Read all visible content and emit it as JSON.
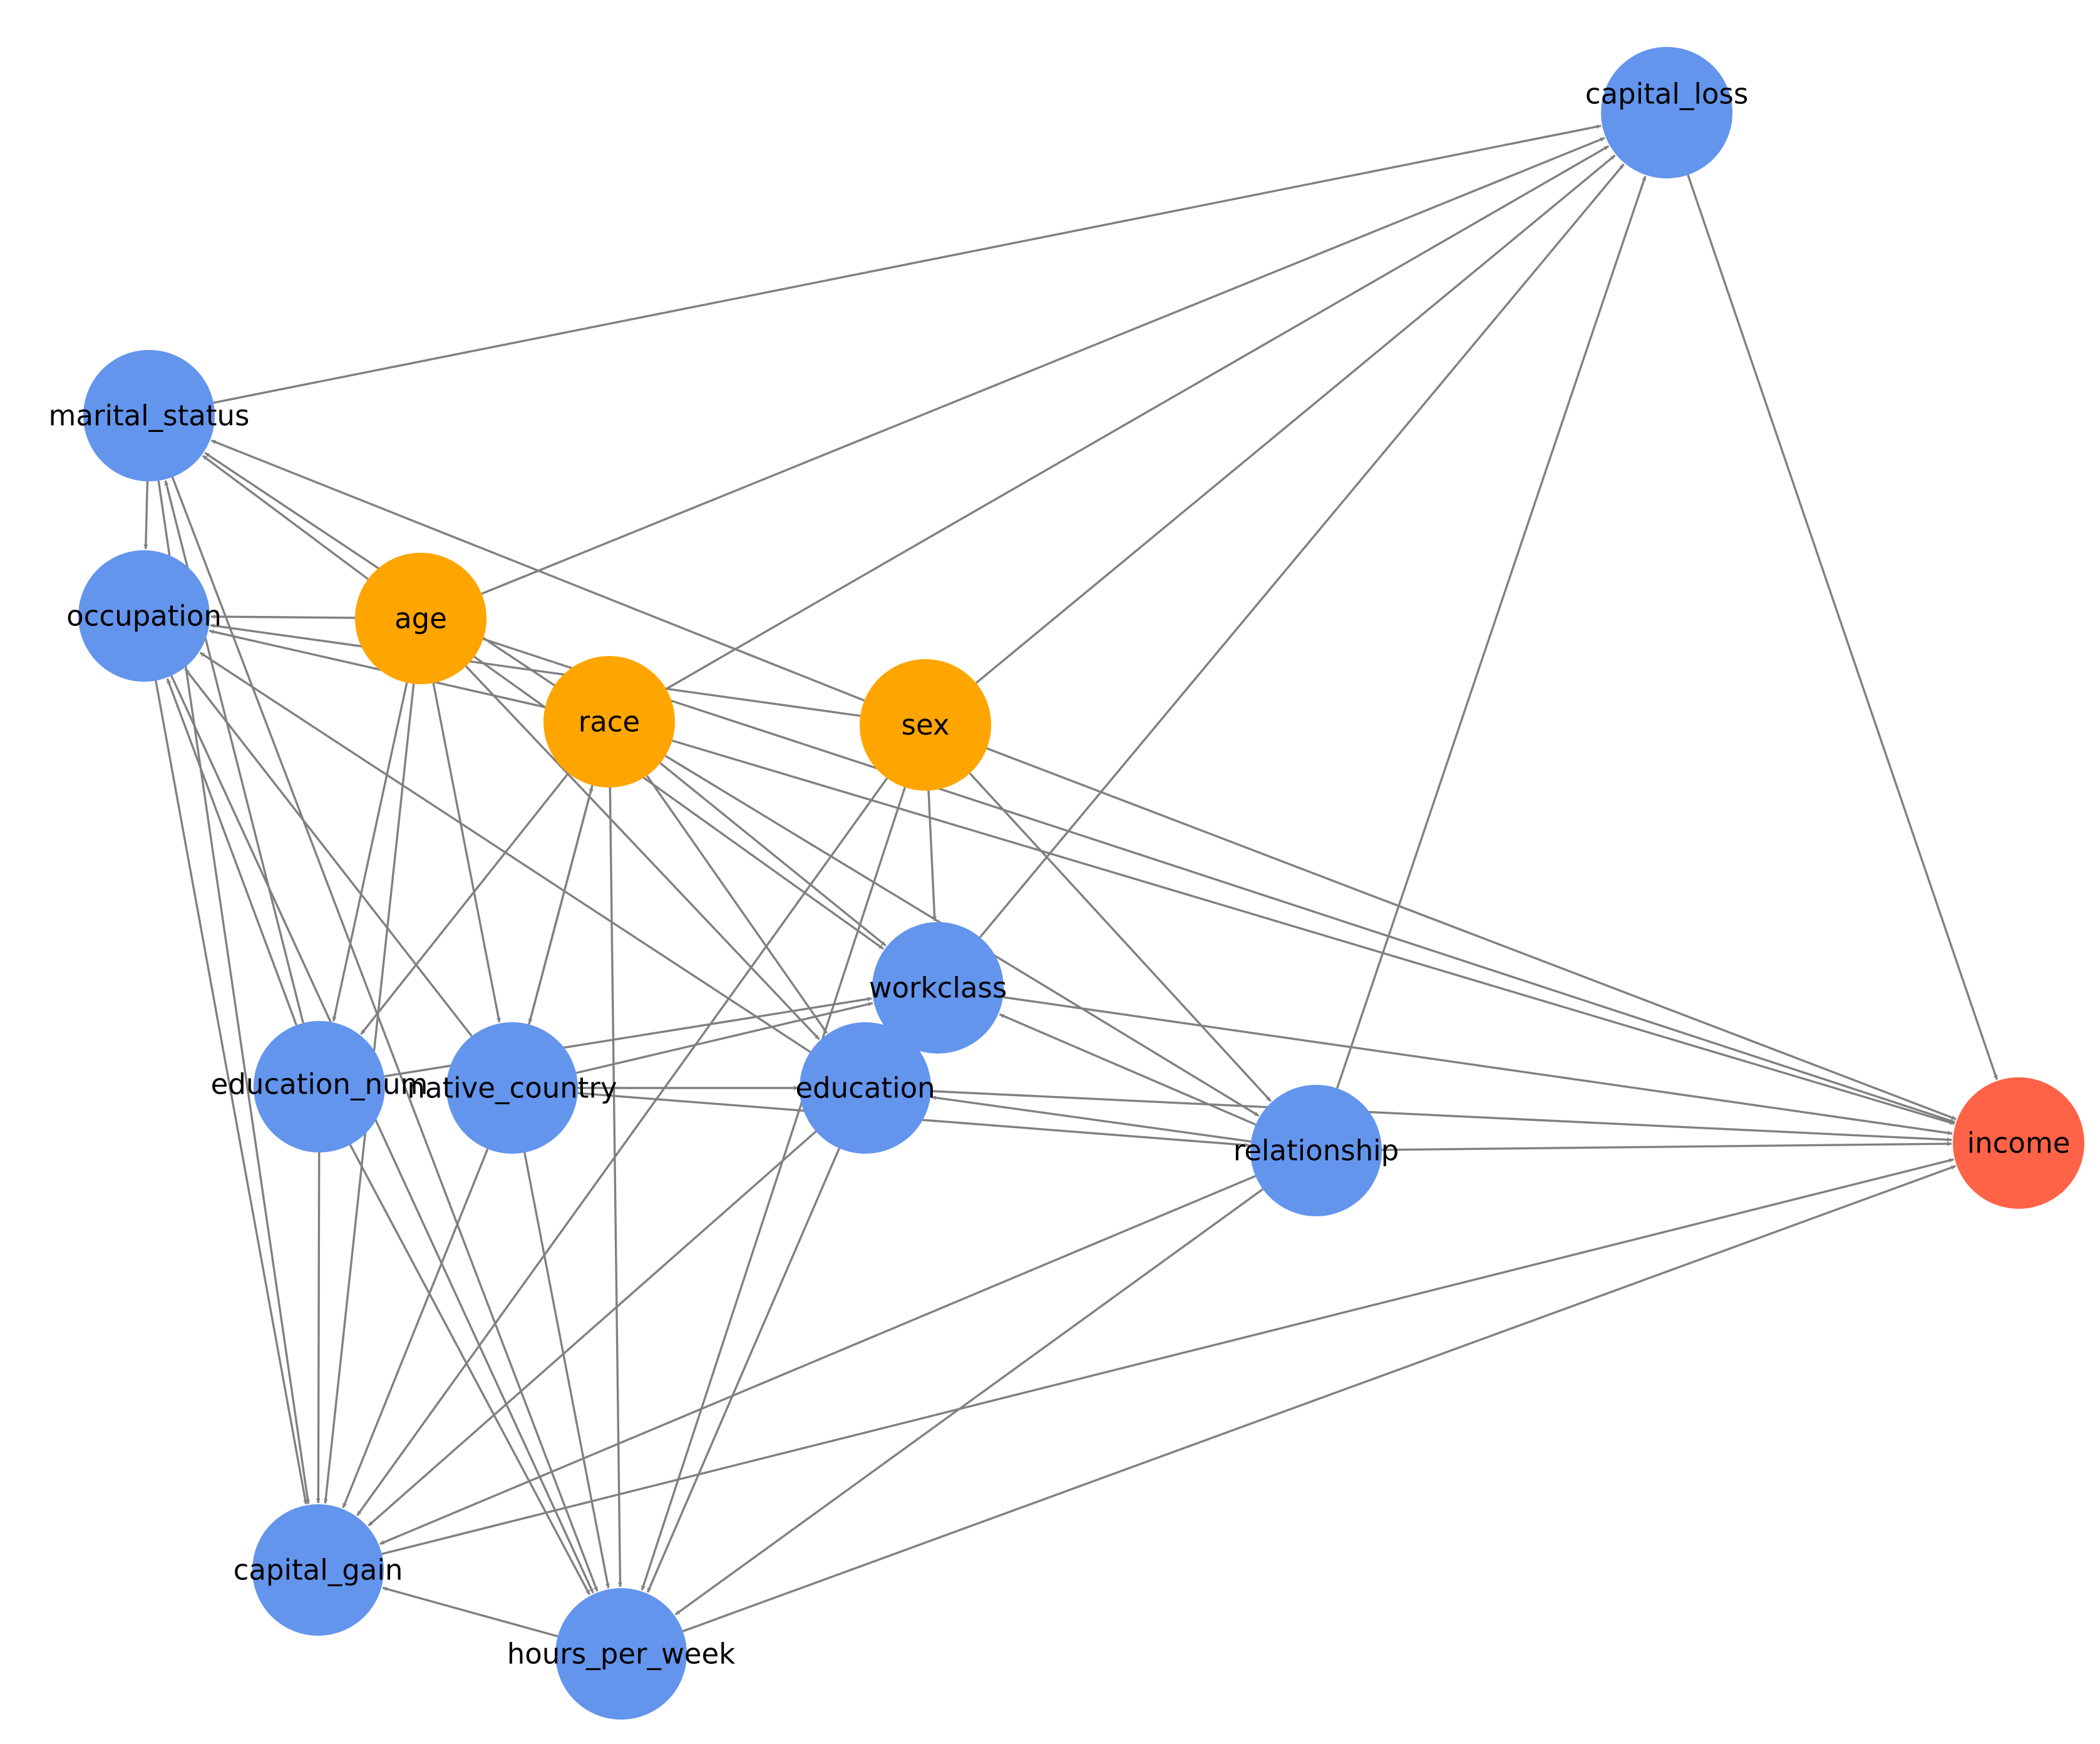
{
  "colors": {
    "feature": "#6495ED",
    "protected": "#FFA500",
    "target": "#FF6347",
    "edge": "#808080",
    "background": "#FFFFFF"
  },
  "nodes": [
    {
      "id": "capital_loss",
      "label": "capital_loss",
      "group": "feature"
    },
    {
      "id": "marital_status",
      "label": "marital_status",
      "group": "feature"
    },
    {
      "id": "occupation",
      "label": "occupation",
      "group": "feature"
    },
    {
      "id": "age",
      "label": "age",
      "group": "protected"
    },
    {
      "id": "race",
      "label": "race",
      "group": "protected"
    },
    {
      "id": "sex",
      "label": "sex",
      "group": "protected"
    },
    {
      "id": "workclass",
      "label": "workclass",
      "group": "feature"
    },
    {
      "id": "education_num",
      "label": "education_num",
      "group": "feature"
    },
    {
      "id": "native_country",
      "label": "native_country",
      "group": "feature"
    },
    {
      "id": "education",
      "label": "education",
      "group": "feature"
    },
    {
      "id": "relationship",
      "label": "relationship",
      "group": "feature"
    },
    {
      "id": "income",
      "label": "income",
      "group": "target"
    },
    {
      "id": "capital_gain",
      "label": "capital_gain",
      "group": "feature"
    },
    {
      "id": "hours_per_week",
      "label": "hours_per_week",
      "group": "feature"
    }
  ],
  "edges": [
    [
      "age",
      "marital_status"
    ],
    [
      "age",
      "occupation"
    ],
    [
      "age",
      "capital_loss"
    ],
    [
      "age",
      "education_num"
    ],
    [
      "age",
      "capital_gain"
    ],
    [
      "age",
      "native_country"
    ],
    [
      "age",
      "education"
    ],
    [
      "age",
      "workclass"
    ],
    [
      "age",
      "income"
    ],
    [
      "race",
      "marital_status"
    ],
    [
      "race",
      "occupation"
    ],
    [
      "race",
      "capital_loss"
    ],
    [
      "race",
      "education_num"
    ],
    [
      "race",
      "native_country"
    ],
    [
      "race",
      "hours_per_week"
    ],
    [
      "race",
      "education"
    ],
    [
      "race",
      "workclass"
    ],
    [
      "race",
      "relationship"
    ],
    [
      "race",
      "income"
    ],
    [
      "sex",
      "marital_status"
    ],
    [
      "sex",
      "occupation"
    ],
    [
      "sex",
      "capital_loss"
    ],
    [
      "sex",
      "workclass"
    ],
    [
      "sex",
      "relationship"
    ],
    [
      "sex",
      "income"
    ],
    [
      "sex",
      "capital_gain"
    ],
    [
      "sex",
      "hours_per_week"
    ],
    [
      "marital_status",
      "occupation"
    ],
    [
      "marital_status",
      "capital_loss"
    ],
    [
      "marital_status",
      "capital_gain"
    ],
    [
      "marital_status",
      "hours_per_week"
    ],
    [
      "occupation",
      "capital_gain"
    ],
    [
      "occupation",
      "hours_per_week"
    ],
    [
      "education_num",
      "marital_status"
    ],
    [
      "education_num",
      "occupation"
    ],
    [
      "education_num",
      "capital_gain"
    ],
    [
      "education_num",
      "hours_per_week"
    ],
    [
      "education_num",
      "workclass"
    ],
    [
      "native_country",
      "race"
    ],
    [
      "native_country",
      "occupation"
    ],
    [
      "native_country",
      "education"
    ],
    [
      "native_country",
      "workclass"
    ],
    [
      "native_country",
      "relationship"
    ],
    [
      "native_country",
      "capital_gain"
    ],
    [
      "native_country",
      "hours_per_week"
    ],
    [
      "education",
      "occupation"
    ],
    [
      "education",
      "capital_gain"
    ],
    [
      "education",
      "hours_per_week"
    ],
    [
      "education",
      "income"
    ],
    [
      "workclass",
      "capital_loss"
    ],
    [
      "workclass",
      "income"
    ],
    [
      "relationship",
      "workclass"
    ],
    [
      "relationship",
      "education"
    ],
    [
      "relationship",
      "capital_loss"
    ],
    [
      "relationship",
      "income"
    ],
    [
      "relationship",
      "capital_gain"
    ],
    [
      "relationship",
      "hours_per_week"
    ],
    [
      "capital_loss",
      "income"
    ],
    [
      "capital_gain",
      "income"
    ],
    [
      "hours_per_week",
      "capital_gain"
    ],
    [
      "hours_per_week",
      "income"
    ]
  ]
}
